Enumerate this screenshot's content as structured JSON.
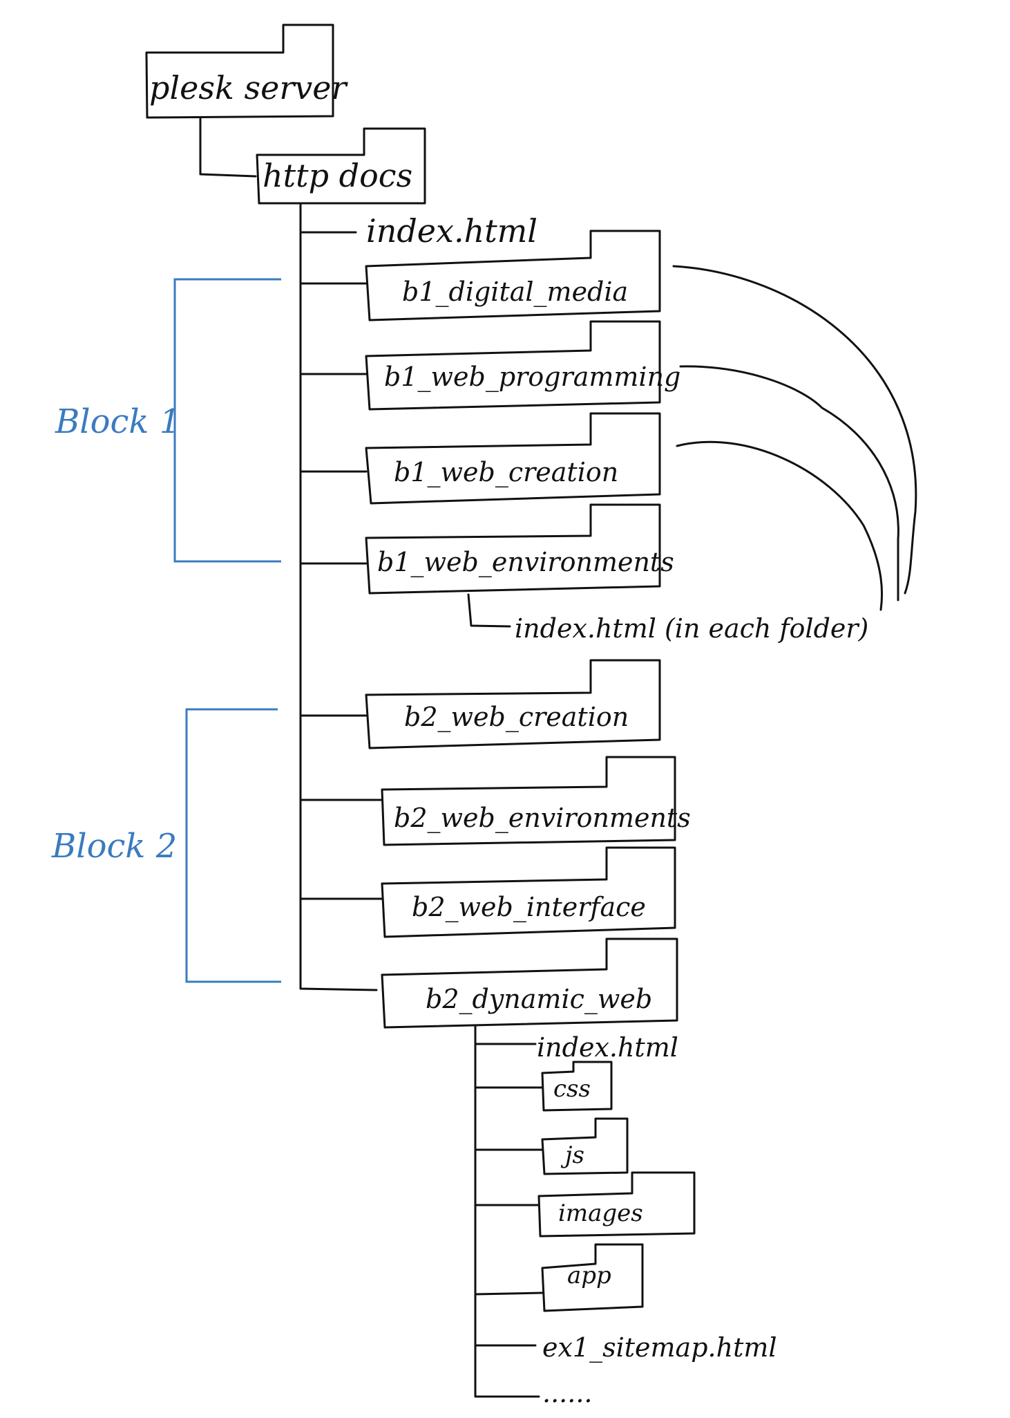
{
  "colors": {
    "ink": "#111111",
    "block": "#3a7bbf"
  },
  "nodes": {
    "plesk_server": {
      "label": "plesk server",
      "kind": "folder"
    },
    "http_docs": {
      "label": "http docs",
      "kind": "folder"
    },
    "index_root": {
      "label": "index.html",
      "kind": "file"
    },
    "b1_digital_media": {
      "label": "b1_digital_media",
      "kind": "folder"
    },
    "b1_web_programming": {
      "label": "b1_web_programming",
      "kind": "folder"
    },
    "b1_web_creation": {
      "label": "b1_web_creation",
      "kind": "folder"
    },
    "b1_web_environments": {
      "label": "b1_web_environments",
      "kind": "folder"
    },
    "index_each": {
      "label": "index.html (in each folder)",
      "kind": "file"
    },
    "b2_web_creation": {
      "label": "b2_web_creation",
      "kind": "folder"
    },
    "b2_web_environments": {
      "label": "b2_web_environments",
      "kind": "folder"
    },
    "b2_web_interface": {
      "label": "b2_web_interface",
      "kind": "folder"
    },
    "b2_dynamic_web": {
      "label": "b2_dynamic_web",
      "kind": "folder"
    },
    "index_dynamic": {
      "label": "index.html",
      "kind": "file"
    },
    "css": {
      "label": "css",
      "kind": "folder"
    },
    "js": {
      "label": "js",
      "kind": "folder"
    },
    "images": {
      "label": "images",
      "kind": "folder"
    },
    "app": {
      "label": "app",
      "kind": "folder"
    },
    "sitemap": {
      "label": "ex1_sitemap.html",
      "kind": "file"
    },
    "more": {
      "label": "......",
      "kind": "file"
    }
  },
  "blocks": [
    {
      "label": "Block 1",
      "members": [
        "b1_digital_media",
        "b1_web_programming",
        "b1_web_creation",
        "b1_web_environments"
      ]
    },
    {
      "label": "Block 2",
      "members": [
        "b2_web_creation",
        "b2_web_environments",
        "b2_web_interface",
        "b2_dynamic_web"
      ]
    }
  ],
  "edges": [
    [
      "plesk_server",
      "http_docs"
    ],
    [
      "http_docs",
      "index_root"
    ],
    [
      "http_docs",
      "b1_digital_media"
    ],
    [
      "http_docs",
      "b1_web_programming"
    ],
    [
      "http_docs",
      "b1_web_creation"
    ],
    [
      "http_docs",
      "b1_web_environments"
    ],
    [
      "b1_web_environments",
      "index_each"
    ],
    [
      "http_docs",
      "b2_web_creation"
    ],
    [
      "http_docs",
      "b2_web_environments"
    ],
    [
      "http_docs",
      "b2_web_interface"
    ],
    [
      "http_docs",
      "b2_dynamic_web"
    ],
    [
      "b2_dynamic_web",
      "index_dynamic"
    ],
    [
      "b2_dynamic_web",
      "css"
    ],
    [
      "b2_dynamic_web",
      "js"
    ],
    [
      "b2_dynamic_web",
      "images"
    ],
    [
      "b2_dynamic_web",
      "app"
    ],
    [
      "b2_dynamic_web",
      "sitemap"
    ],
    [
      "b2_dynamic_web",
      "more"
    ]
  ],
  "shared_index_links": [
    "b1_digital_media",
    "b1_web_programming",
    "b1_web_creation"
  ]
}
